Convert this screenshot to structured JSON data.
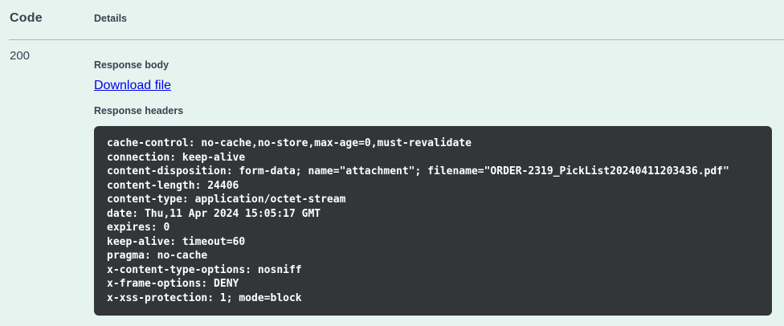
{
  "table": {
    "headers": {
      "code": "Code",
      "details": "Details"
    },
    "row": {
      "status_code": "200",
      "response_body_label": "Response body",
      "download_link_label": "Download file",
      "response_headers_label": "Response headers",
      "response_headers": [
        "cache-control: no-cache,no-store,max-age=0,must-revalidate",
        "connection: keep-alive",
        "content-disposition: form-data; name=\"attachment\"; filename=\"ORDER-2319_PickList20240411203436.pdf\"",
        "content-length: 24406",
        "content-type: application/octet-stream",
        "date: Thu,11 Apr 2024 15:05:17 GMT",
        "expires: 0",
        "keep-alive: timeout=60",
        "pragma: no-cache",
        "x-content-type-options: nosniff",
        "x-frame-options: DENY",
        "x-xss-protection: 1; mode=block"
      ]
    }
  },
  "colors": {
    "page_background": "#e5f4ee",
    "code_block_background": "#333639",
    "code_block_text": "#ffffff",
    "link_blue": "#0000ee",
    "heading_text": "#3b4151",
    "divider": "#a8b8b4"
  }
}
